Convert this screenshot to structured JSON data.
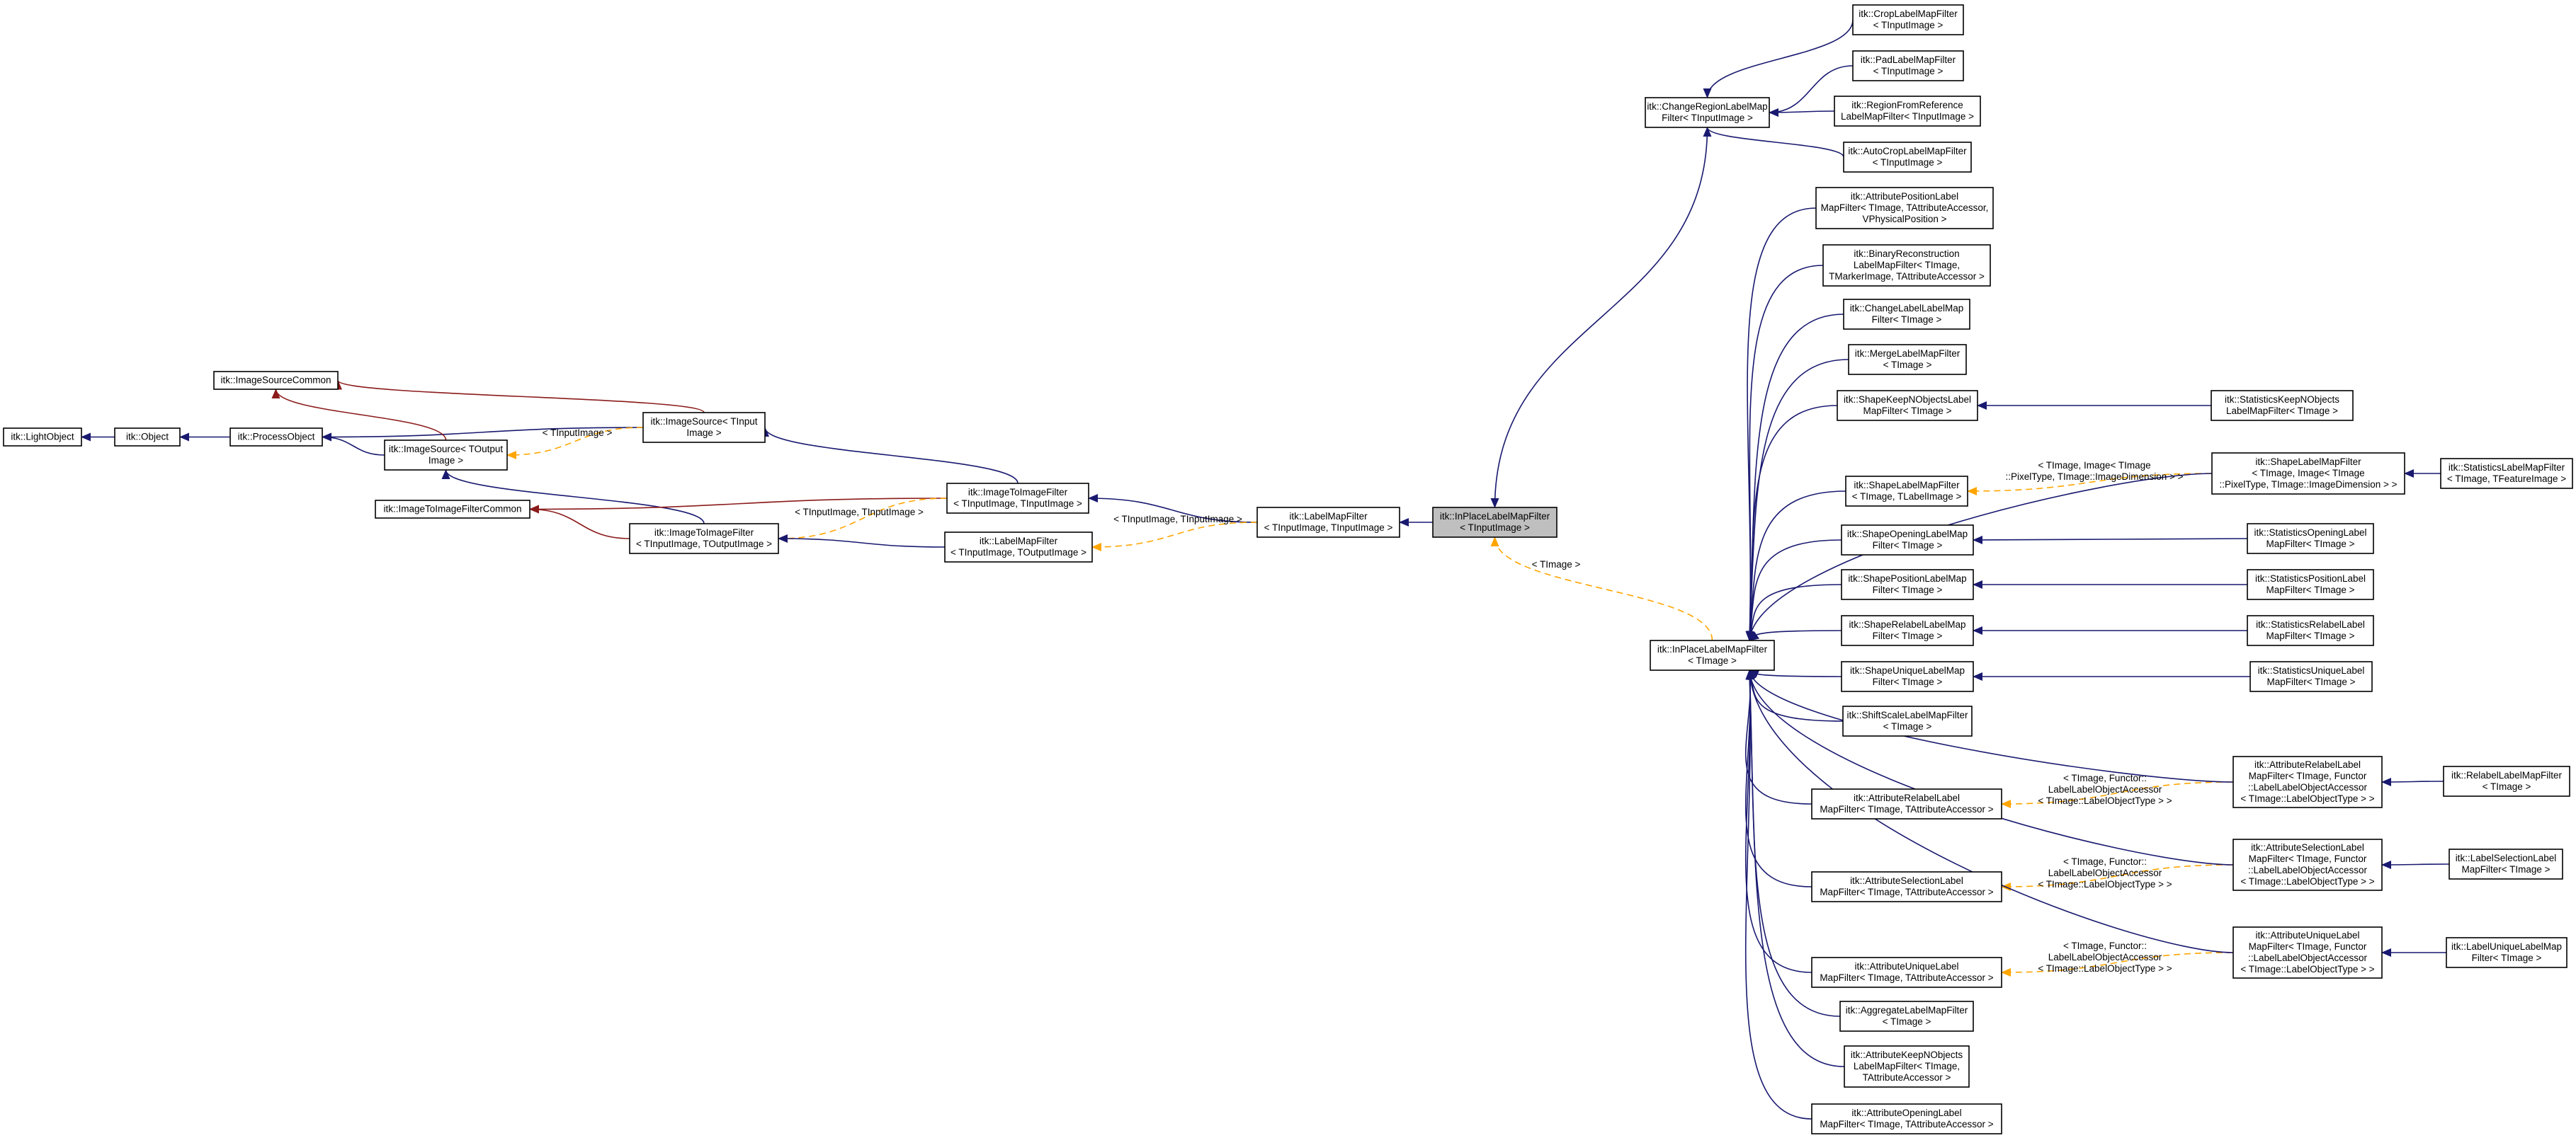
{
  "nodes": [
    {
      "id": "LightObject",
      "lines": [
        "itk::LightObject"
      ]
    },
    {
      "id": "Object",
      "lines": [
        "itk::Object"
      ]
    },
    {
      "id": "ProcessObject",
      "lines": [
        "itk::ProcessObject"
      ]
    },
    {
      "id": "ImageSourceCommon",
      "lines": [
        "itk::ImageSourceCommon"
      ]
    },
    {
      "id": "ImageSourceTOutput",
      "lines": [
        "itk::ImageSource< TOutput",
        "Image >"
      ]
    },
    {
      "id": "ImageSourceTInput",
      "lines": [
        "itk::ImageSource< TInput",
        "Image >"
      ]
    },
    {
      "id": "ImageToImageFilterCommon",
      "lines": [
        "itk::ImageToImageFilterCommon"
      ]
    },
    {
      "id": "ImageToImageFilterTT",
      "lines": [
        "itk::ImageToImageFilter",
        "< TInputImage, TOutputImage >"
      ]
    },
    {
      "id": "ImageToImageFilterII",
      "lines": [
        "itk::ImageToImageFilter",
        "< TInputImage, TInputImage >"
      ]
    },
    {
      "id": "LabelMapFilterTO",
      "lines": [
        "itk::LabelMapFilter",
        "< TInputImage, TOutputImage >"
      ]
    },
    {
      "id": "LabelMapFilterII",
      "lines": [
        "itk::LabelMapFilter",
        "< TInputImage, TInputImage >"
      ]
    },
    {
      "id": "InPlaceMain",
      "lines": [
        "itk::InPlaceLabelMapFilter",
        "< TInputImage >"
      ],
      "highlight": true
    },
    {
      "id": "ChangeRegion",
      "lines": [
        "itk::ChangeRegionLabelMap",
        "Filter< TInputImage >"
      ]
    },
    {
      "id": "CropLabel",
      "lines": [
        "itk::CropLabelMapFilter",
        "< TInputImage >"
      ]
    },
    {
      "id": "PadLabel",
      "lines": [
        "itk::PadLabelMapFilter",
        "< TInputImage >"
      ]
    },
    {
      "id": "RegionFromRef",
      "lines": [
        "itk::RegionFromReference",
        "LabelMapFilter< TInputImage >"
      ]
    },
    {
      "id": "AutoCrop",
      "lines": [
        "itk::AutoCropLabelMapFilter",
        "< TInputImage >"
      ]
    },
    {
      "id": "InPlaceTImage",
      "lines": [
        "itk::InPlaceLabelMapFilter",
        "< TImage >"
      ]
    },
    {
      "id": "AttrPosition",
      "lines": [
        "itk::AttributePositionLabel",
        "MapFilter< TImage, TAttributeAccessor,",
        " VPhysicalPosition >"
      ]
    },
    {
      "id": "BinaryRecon",
      "lines": [
        "itk::BinaryReconstruction",
        "LabelMapFilter< TImage,",
        " TMarkerImage, TAttributeAccessor >"
      ]
    },
    {
      "id": "ChangeLabel",
      "lines": [
        "itk::ChangeLabelLabelMap",
        "Filter< TImage >"
      ]
    },
    {
      "id": "MergeLabel",
      "lines": [
        "itk::MergeLabelMapFilter",
        "< TImage >"
      ]
    },
    {
      "id": "ShapeKeepN",
      "lines": [
        "itk::ShapeKeepNObjectsLabel",
        "MapFilter< TImage >"
      ]
    },
    {
      "id": "StatsKeepN",
      "lines": [
        "itk::StatisticsKeepNObjects",
        "LabelMapFilter< TImage >"
      ]
    },
    {
      "id": "ShapeLabelTT",
      "lines": [
        "itk::ShapeLabelMapFilter",
        "< TImage, TLabelImage >"
      ]
    },
    {
      "id": "ShapeLabelBig",
      "lines": [
        "itk::ShapeLabelMapFilter",
        "< TImage, Image< TImage",
        "::PixelType, TImage::ImageDimension > >"
      ]
    },
    {
      "id": "StatsLabelMap",
      "lines": [
        "itk::StatisticsLabelMapFilter",
        "< TImage, TFeatureImage >"
      ]
    },
    {
      "id": "ShapeOpening",
      "lines": [
        "itk::ShapeOpeningLabelMap",
        "Filter< TImage >"
      ]
    },
    {
      "id": "StatsOpening",
      "lines": [
        "itk::StatisticsOpeningLabel",
        "MapFilter< TImage >"
      ]
    },
    {
      "id": "ShapePosition",
      "lines": [
        "itk::ShapePositionLabelMap",
        "Filter< TImage >"
      ]
    },
    {
      "id": "StatsPosition",
      "lines": [
        "itk::StatisticsPositionLabel",
        "MapFilter< TImage >"
      ]
    },
    {
      "id": "ShapeRelabel",
      "lines": [
        "itk::ShapeRelabelLabelMap",
        "Filter< TImage >"
      ]
    },
    {
      "id": "StatsRelabel",
      "lines": [
        "itk::StatisticsRelabelLabel",
        "MapFilter< TImage >"
      ]
    },
    {
      "id": "ShapeUnique",
      "lines": [
        "itk::ShapeUniqueLabelMap",
        "Filter< TImage >"
      ]
    },
    {
      "id": "StatsUnique",
      "lines": [
        "itk::StatisticsUniqueLabel",
        "MapFilter< TImage >"
      ]
    },
    {
      "id": "ShiftScale",
      "lines": [
        "itk::ShiftScaleLabelMapFilter",
        "< TImage >"
      ]
    },
    {
      "id": "AttrRelabelBig",
      "lines": [
        "itk::AttributeRelabelLabel",
        "MapFilter< TImage, Functor",
        "::LabelLabelObjectAccessor",
        "< TImage::LabelObjectType > >"
      ]
    },
    {
      "id": "RelabelLabelMap",
      "lines": [
        "itk::RelabelLabelMapFilter",
        "< TImage >"
      ]
    },
    {
      "id": "AttrRelabelTA",
      "lines": [
        "itk::AttributeRelabelLabel",
        "MapFilter< TImage, TAttributeAccessor >"
      ]
    },
    {
      "id": "AttrSelectBig",
      "lines": [
        "itk::AttributeSelectionLabel",
        "MapFilter< TImage, Functor",
        "::LabelLabelObjectAccessor",
        "< TImage::LabelObjectType > >"
      ]
    },
    {
      "id": "LabelSelection",
      "lines": [
        "itk::LabelSelectionLabel",
        "MapFilter< TImage >"
      ]
    },
    {
      "id": "AttrSelectTA",
      "lines": [
        "itk::AttributeSelectionLabel",
        "MapFilter< TImage, TAttributeAccessor >"
      ]
    },
    {
      "id": "AttrUniqueBig",
      "lines": [
        "itk::AttributeUniqueLabel",
        "MapFilter< TImage, Functor",
        "::LabelLabelObjectAccessor",
        "< TImage::LabelObjectType > >"
      ]
    },
    {
      "id": "LabelUnique",
      "lines": [
        "itk::LabelUniqueLabelMap",
        "Filter< TImage >"
      ]
    },
    {
      "id": "AttrUniqueTA",
      "lines": [
        "itk::AttributeUniqueLabel",
        "MapFilter< TImage, TAttributeAccessor >"
      ]
    },
    {
      "id": "Aggregate",
      "lines": [
        "itk::AggregateLabelMapFilter",
        "< TImage >"
      ]
    },
    {
      "id": "AttrKeepN",
      "lines": [
        "itk::AttributeKeepNObjects",
        "LabelMapFilter< TImage,",
        " TAttributeAccessor >"
      ]
    },
    {
      "id": "AttrOpening",
      "lines": [
        "itk::AttributeOpeningLabel",
        "MapFilter< TImage, TAttributeAccessor >"
      ]
    }
  ],
  "edge_labels": {
    "tinput_image": "< TInputImage >",
    "tinput_tinput": "< TInputImage, TInputImage >",
    "timage": "< TImage >",
    "shape_big": [
      "< TImage, Image< TImage",
      "::PixelType, TImage::ImageDimension > >"
    ],
    "functor_accessor": [
      "< TImage, Functor::",
      "LabelLabelObjectAccessor",
      "< TImage::LabelObjectType > >"
    ]
  }
}
